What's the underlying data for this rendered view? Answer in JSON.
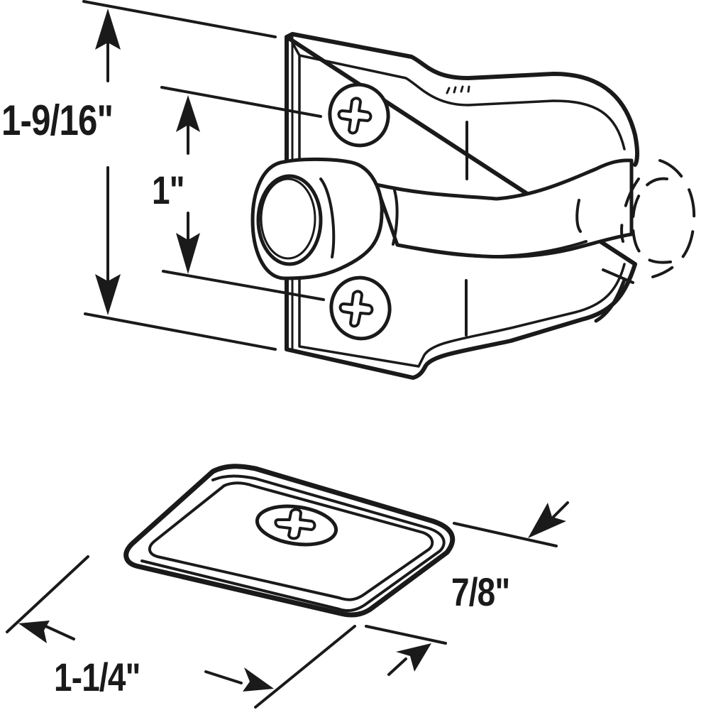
{
  "diagram": {
    "type": "technical-line-drawing",
    "subject": "door holder bracket with rubber bumper and strike plate",
    "ink_color": "#1a1a1a",
    "background_color": "#ffffff",
    "parts": [
      {
        "name": "bracket",
        "description": "mounting plate with two Phillips screws, curved arm holding a rubber bumper tip; dashed outline shows alternate arm position"
      },
      {
        "name": "strike-pad",
        "description": "rounded rectangular pad with one Phillips screw"
      }
    ],
    "dimensions": {
      "overall_height": "1-9/16\"",
      "hole_spacing": "1\"",
      "pad_depth": "7/8\"",
      "pad_width": "1-1/4\""
    }
  }
}
